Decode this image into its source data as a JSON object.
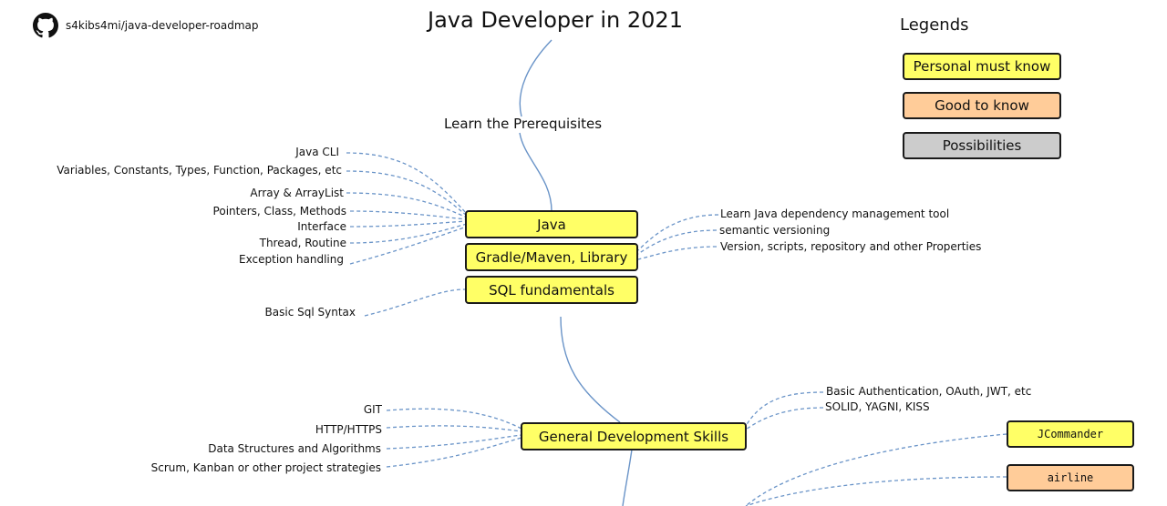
{
  "repo": {
    "icon": "github-icon",
    "name": "s4kibs4mi/java-developer-roadmap"
  },
  "title": "Java Developer in 2021",
  "prerequisites_label": "Learn the Prerequisites",
  "legend": {
    "title": "Legends",
    "items": [
      {
        "label": "Personal must know",
        "color": "#ffff66"
      },
      {
        "label": "Good to know",
        "color": "#ffcc99"
      },
      {
        "label": "Possibilities",
        "color": "#cccccc"
      }
    ]
  },
  "nodes": {
    "java": "Java",
    "gradle": "Gradle/Maven, Library",
    "sql": "SQL fundamentals",
    "general": "General Development Skills",
    "jcommander": "JCommander",
    "airline": "airline"
  },
  "java_topics": [
    "Java CLI",
    "Variables, Constants, Types, Function, Packages, etc",
    "Array & ArrayList",
    "Pointers, Class, Methods",
    "Interface",
    "Thread, Routine",
    "Exception handling"
  ],
  "gradle_topics": [
    "Learn Java dependency management tool",
    "semantic versioning",
    "Version, scripts, repository and other Properties"
  ],
  "sql_topics": [
    "Basic Sql Syntax"
  ],
  "general_left_topics": [
    "GIT",
    "HTTP/HTTPS",
    "Data Structures and Algorithms",
    "Scrum, Kanban or other project strategies"
  ],
  "general_right_topics": [
    "Basic Authentication, OAuth, JWT, etc",
    "SOLID, YAGNI, KISS"
  ],
  "colors": {
    "main_line": "#6a94c8",
    "dashed_line": "#6a94c8"
  }
}
